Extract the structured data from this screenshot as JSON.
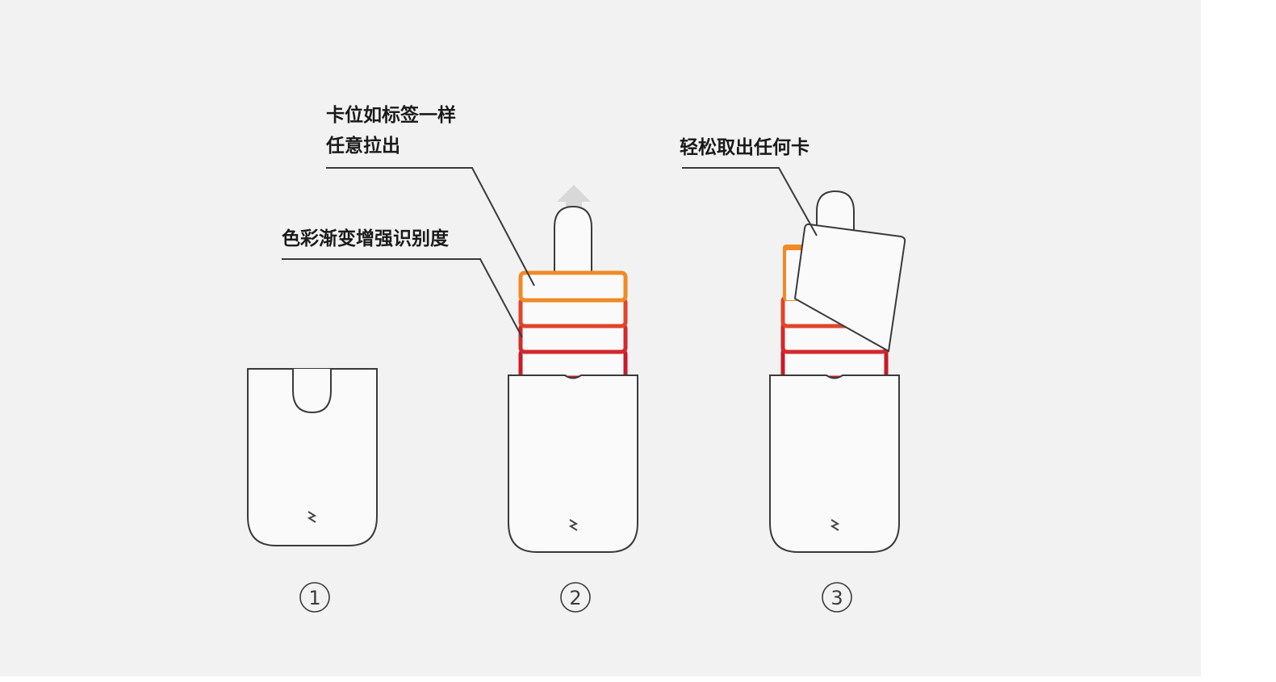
{
  "labels": {
    "tab_label_line1": "卡位如标签一样",
    "tab_label_line2": "任意拉出",
    "gradient_label": "色彩渐变增强识别度",
    "remove_label": "轻松取出任何卡"
  },
  "steps": [
    "①",
    "②",
    "③"
  ],
  "colors": {
    "background": "#f2f2f2",
    "outline": "#3a3a3a",
    "card_orange": "#f08a24",
    "card_red": "#cc1f2b",
    "arrow_gray": "#d8d8d8"
  },
  "icons": [
    "up-arrow-icon",
    "brand-logo-icon"
  ]
}
